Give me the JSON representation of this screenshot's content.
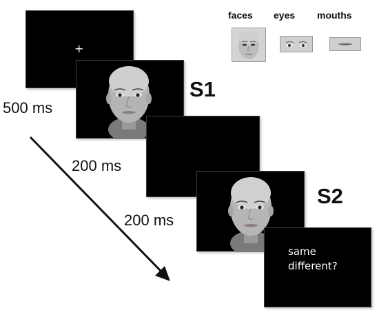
{
  "conditions": {
    "faces": "faces",
    "eyes": "eyes",
    "mouths": "mouths"
  },
  "screens": {
    "fixation": "+",
    "response_line1": "same",
    "response_line2": "different?"
  },
  "stimuli": {
    "s1": "S1",
    "s2": "S2"
  },
  "durations": {
    "fixation": "500 ms",
    "s1": "200 ms",
    "blank": "200 ms"
  }
}
